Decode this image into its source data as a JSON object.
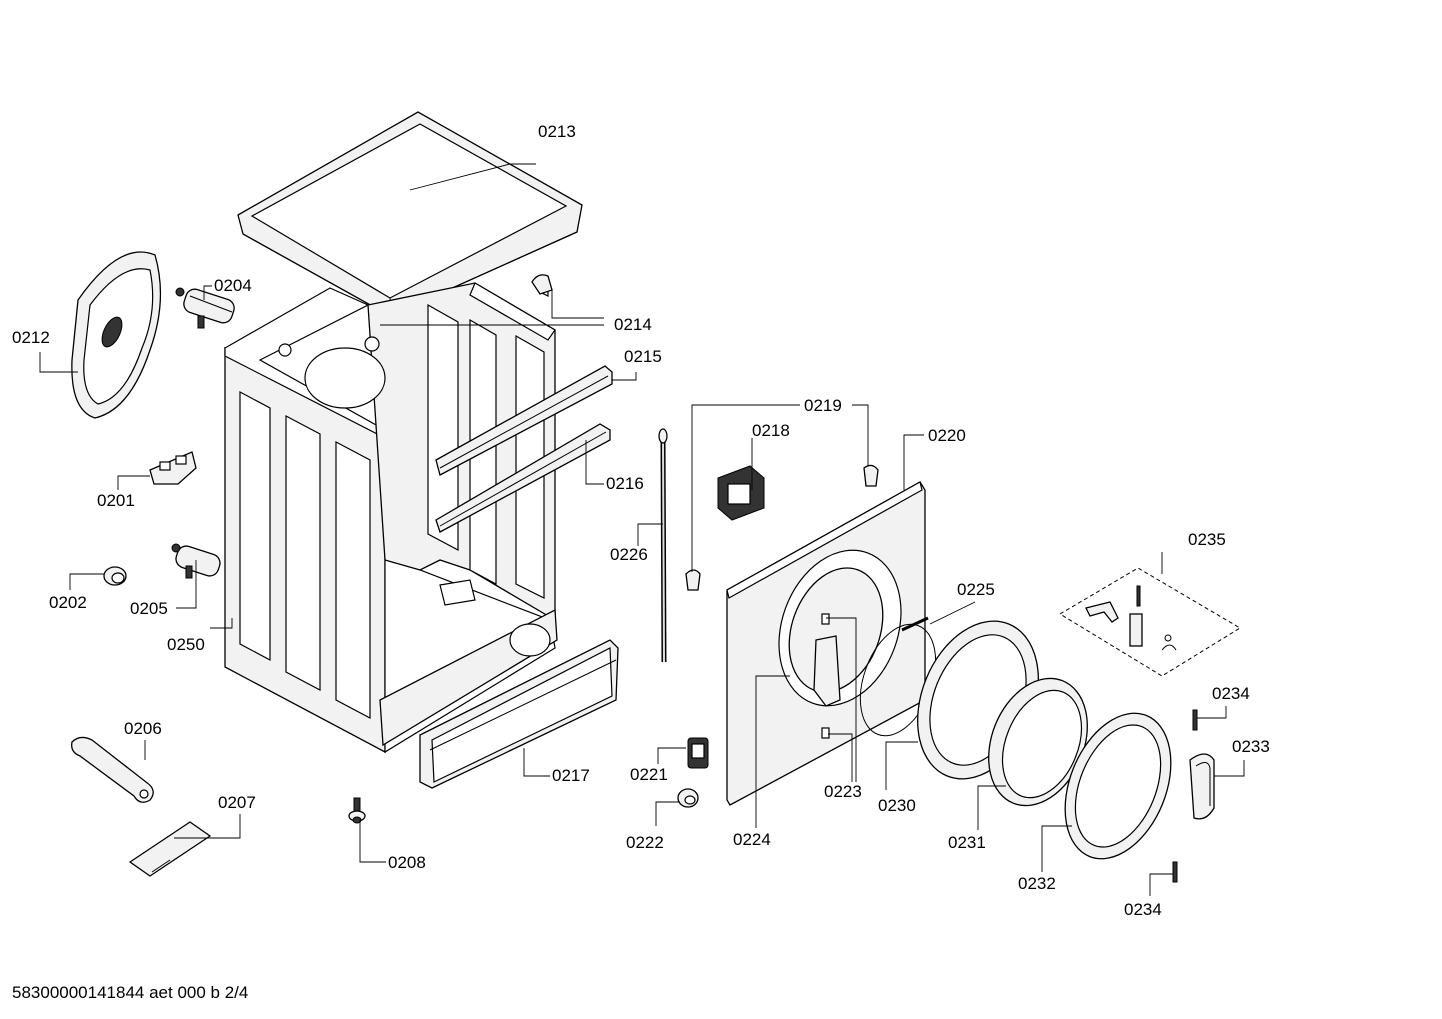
{
  "diagram": {
    "footer": "58300000141844 aet 000 b 2/4",
    "labels": {
      "p0201": "0201",
      "p0202": "0202",
      "p0204": "0204",
      "p0205": "0205",
      "p0206": "0206",
      "p0207": "0207",
      "p0208": "0208",
      "p0212": "0212",
      "p0213": "0213",
      "p0214": "0214",
      "p0215": "0215",
      "p0216": "0216",
      "p0217": "0217",
      "p0218": "0218",
      "p0219": "0219",
      "p0220": "0220",
      "p0221": "0221",
      "p0222": "0222",
      "p0223": "0223",
      "p0224": "0224",
      "p0225": "0225",
      "p0226": "0226",
      "p0230": "0230",
      "p0231": "0231",
      "p0232": "0232",
      "p0233": "0233",
      "p0234a": "0234",
      "p0234b": "0234",
      "p0235": "0235",
      "p0250": "0250"
    }
  }
}
